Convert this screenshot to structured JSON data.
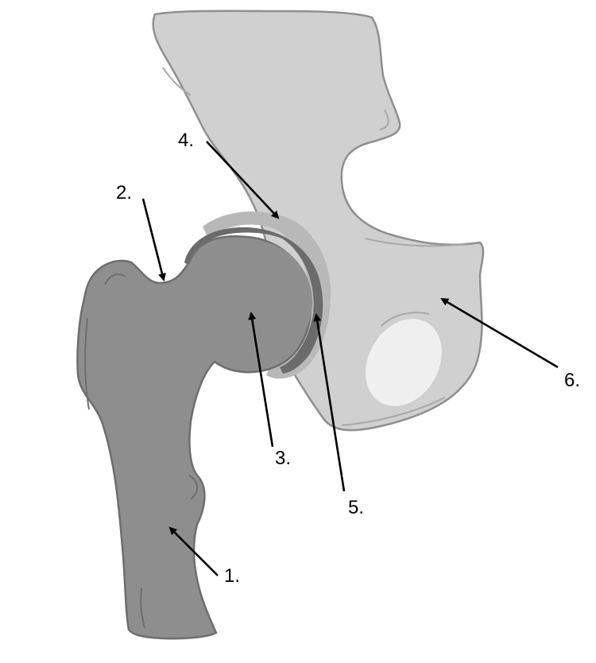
{
  "colors": {
    "pelvis_fill": "#d0d0d0",
    "pelvis_stroke": "#8f8f8f",
    "femur_fill": "#8e8e8e",
    "femur_stroke": "#6e6e6e",
    "cartilage_dark": "#6b6b6b",
    "socket_rim": "#b8b8b8",
    "foramen_fill": "#efefef",
    "line_color": "#000000"
  },
  "labels": {
    "femur": "1.",
    "neck": "2.",
    "head": "3.",
    "cartilage": "4.",
    "socket": "5.",
    "pelvis": "6."
  },
  "icons": {
    "arrow": "arrow-icon"
  }
}
